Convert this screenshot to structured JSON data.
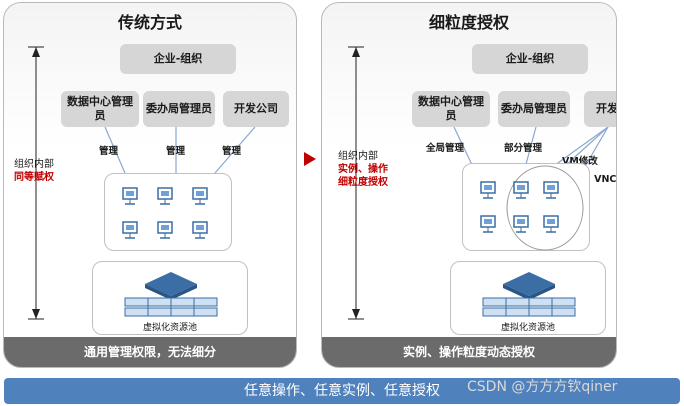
{
  "left": {
    "title": "传统方式",
    "org_box": "企业-组织",
    "admins": [
      "数据中心管理员",
      "委办局管理员",
      "开发公司"
    ],
    "manage_labels": [
      "管理",
      "管理",
      "管理"
    ],
    "side_line1": "组织内部",
    "side_line2": "同等赋权",
    "pool_label": "虚拟化资源池",
    "footer": "通用管理权限，无法细分"
  },
  "right": {
    "title": "细粒度授权",
    "org_box": "企业-组织",
    "admins": [
      "数据中心管理员",
      "委办局管理员",
      "开发公司"
    ],
    "perm_labels": [
      "全局管理",
      "部分管理",
      "VM修改",
      "VM VNC登录"
    ],
    "side_line1": "组织内部",
    "side_line2": "实例、操作",
    "side_line3": "细粒度授权",
    "pool_label": "虚拟化资源池",
    "footer": "实例、操作粒度动态授权"
  },
  "bottom_bar": "任意操作、任意实例、任意授权",
  "watermark": "CSDN @方方方钦qiner",
  "colors": {
    "red": "#c00000",
    "blue": "#4f81bd",
    "gray_bar": "#6b6b6b",
    "box": "#d6d6d6"
  }
}
